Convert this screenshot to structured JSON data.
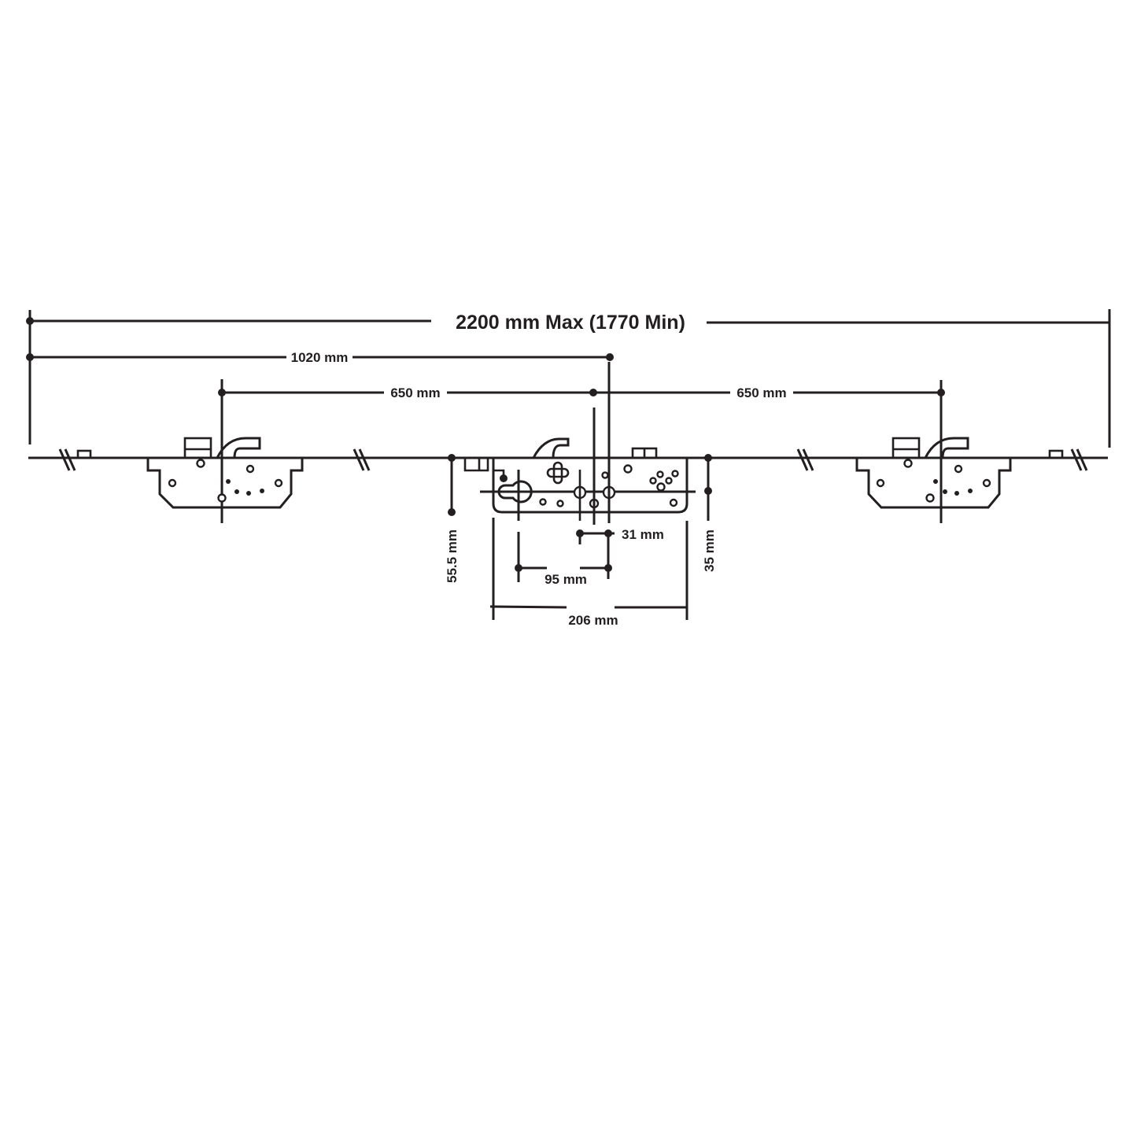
{
  "diagram": {
    "title": "Multipoint door lock dimensions",
    "line_color": "#231f20",
    "background": "#ffffff",
    "dimensions": {
      "overall": "2200 mm Max (1770 Min)",
      "to_center": "1020 mm",
      "left_span": "650 mm",
      "right_span": "650 mm",
      "backset": "55.5 mm",
      "faceplate_depth": "35 mm",
      "centre_spacing": "31 mm",
      "handle_to_cylinder": "95 mm",
      "case_width": "206 mm"
    },
    "components": [
      {
        "name": "left-hook-bolt-keep",
        "type": "hook-bolt unit"
      },
      {
        "name": "centre-lock-case",
        "type": "gearbox"
      },
      {
        "name": "right-hook-bolt-keep",
        "type": "hook-bolt unit"
      }
    ]
  }
}
